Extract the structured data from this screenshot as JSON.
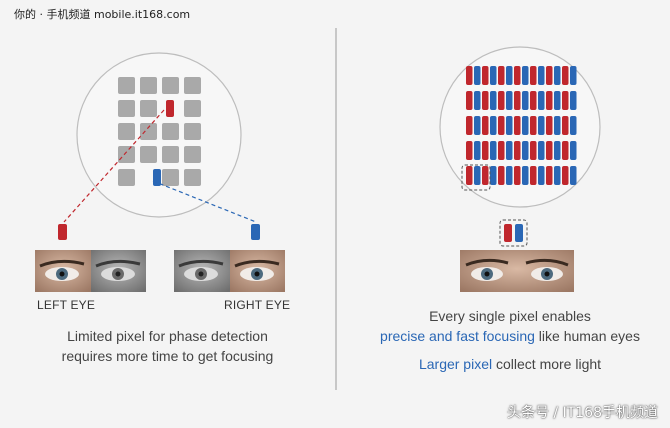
{
  "watermark_top": "你的 · 手机频道 mobile.it168.com",
  "watermark_bottom": "头条号 / IT168手机频道",
  "left": {
    "left_eye_label": "LEFT EYE",
    "right_eye_label": "RIGHT EYE",
    "caption_line1": "Limited pixel for phase detection",
    "caption_line2": "requires more time to get focusing"
  },
  "right": {
    "caption_line1": "Every single pixel enables",
    "caption_line2_highlight": "precise and fast focusing",
    "caption_line2_rest": " like human eyes",
    "caption_line3_highlight": "Larger pixel",
    "caption_line3_rest": " collect more light"
  },
  "colors": {
    "red_pixel": "#c0272d",
    "blue_pixel": "#2a67b5",
    "gray_pixel": "#a9a9a9",
    "highlight_text": "#2a67b5"
  }
}
